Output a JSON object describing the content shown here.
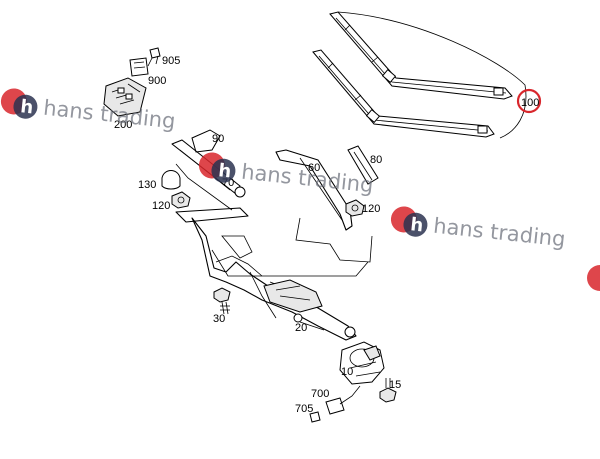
{
  "watermark": {
    "text": "hans trading",
    "logo_letter": "h",
    "colors": {
      "logo_red": "#d8262c",
      "logo_navy": "#2b3350",
      "text_gray": "#6b6f7a"
    }
  },
  "highlight_color": "#d8262c",
  "callouts": {
    "p905": "905",
    "p900": "900",
    "p200": "200",
    "p90": "90",
    "p60": "60",
    "p80": "80",
    "p130": "130",
    "p70": "70",
    "p120a": "120",
    "p120b": "120",
    "p30": "30",
    "p20": "20",
    "p10": "10",
    "p15": "15",
    "p700": "700",
    "p705": "705",
    "p100": "100"
  }
}
